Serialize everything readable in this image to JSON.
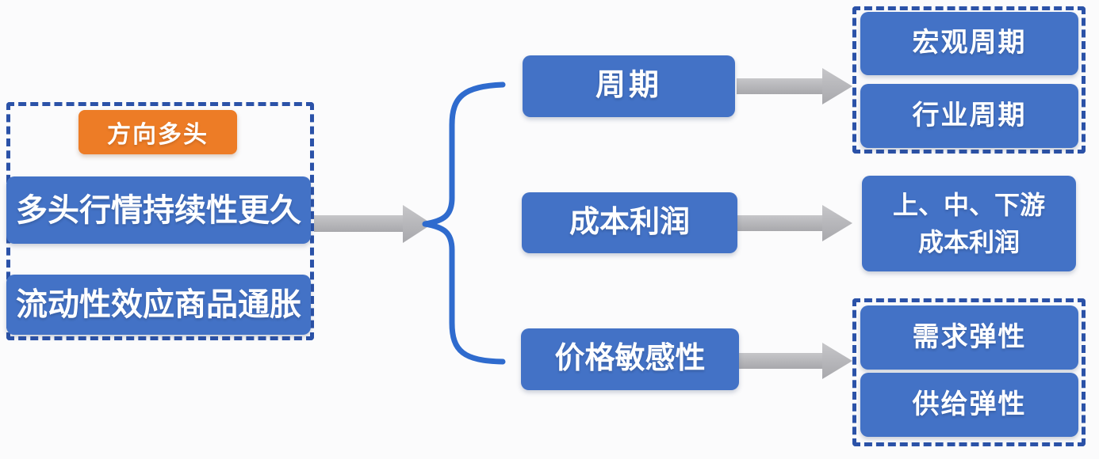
{
  "diagram": {
    "background": "#fbfbfc",
    "colors": {
      "node_blue": "#4372c6",
      "accent_orange": "#ed7c26",
      "dashed_border_blue": "#2b52a8",
      "brace_blue": "#2f6bce",
      "arrow_gray": "#b6b6b9",
      "text_white": "#ffffff"
    },
    "source_group": {
      "badge": "方向多头",
      "items": [
        {
          "label": "多头行情持续性更久"
        },
        {
          "label": "流动性效应商品通胀"
        }
      ]
    },
    "branches": [
      {
        "label": "周期"
      },
      {
        "label": "成本利润"
      },
      {
        "label": "价格敏感性"
      }
    ],
    "outcomes": {
      "cycle_group": {
        "items": [
          {
            "label": "宏观周期"
          },
          {
            "label": "行业周期"
          }
        ]
      },
      "cost_box": {
        "line1": "上、中、下游",
        "line2": "成本利润"
      },
      "elasticity_group": {
        "items": [
          {
            "label": "需求弹性"
          },
          {
            "label": "供给弹性"
          }
        ]
      }
    }
  }
}
